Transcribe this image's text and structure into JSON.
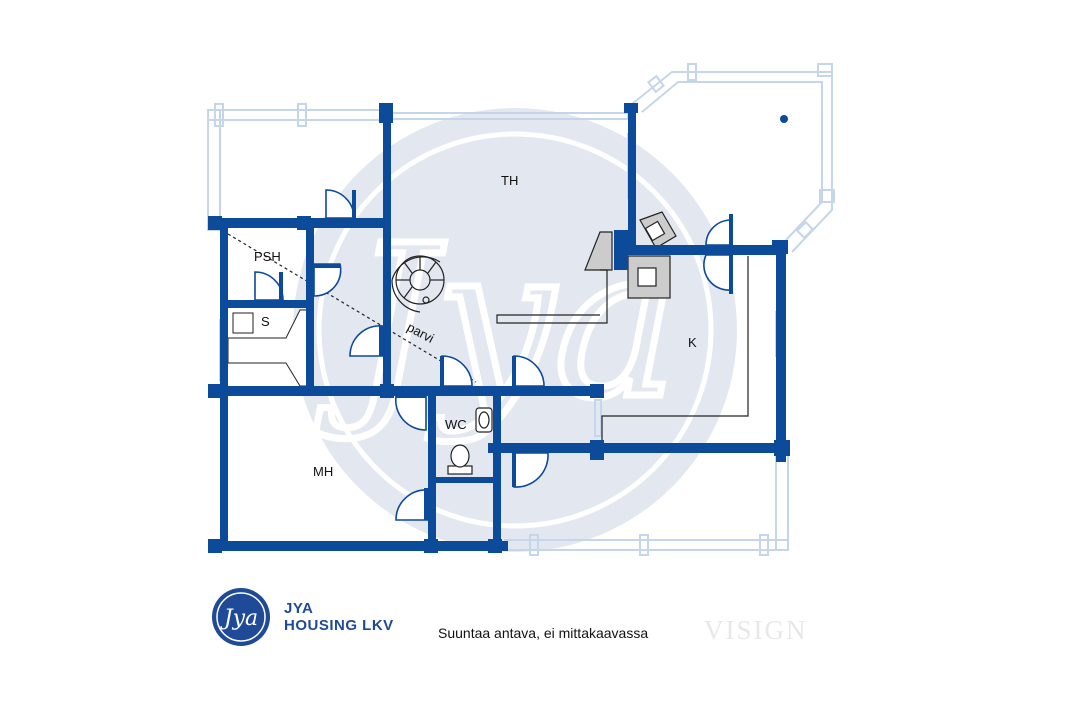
{
  "rooms": {
    "th": "TH",
    "psh": "PSH",
    "s": "S",
    "parvi": "parvi",
    "k": "K",
    "wc": "WC",
    "mh": "MH"
  },
  "watermark": {
    "monogram": "Jya"
  },
  "brand": {
    "monogram": "Jya",
    "line1": "JYA",
    "line2": "HOUSING LKV",
    "color": "#1f4a98"
  },
  "caption": "Suuntaa antava, ei mittakaavassa",
  "vision_mark": "VISIGN",
  "colors": {
    "wall": "#0c4a9a",
    "terrace": "#c5d6ea",
    "watermark": "#e3e8f0"
  }
}
